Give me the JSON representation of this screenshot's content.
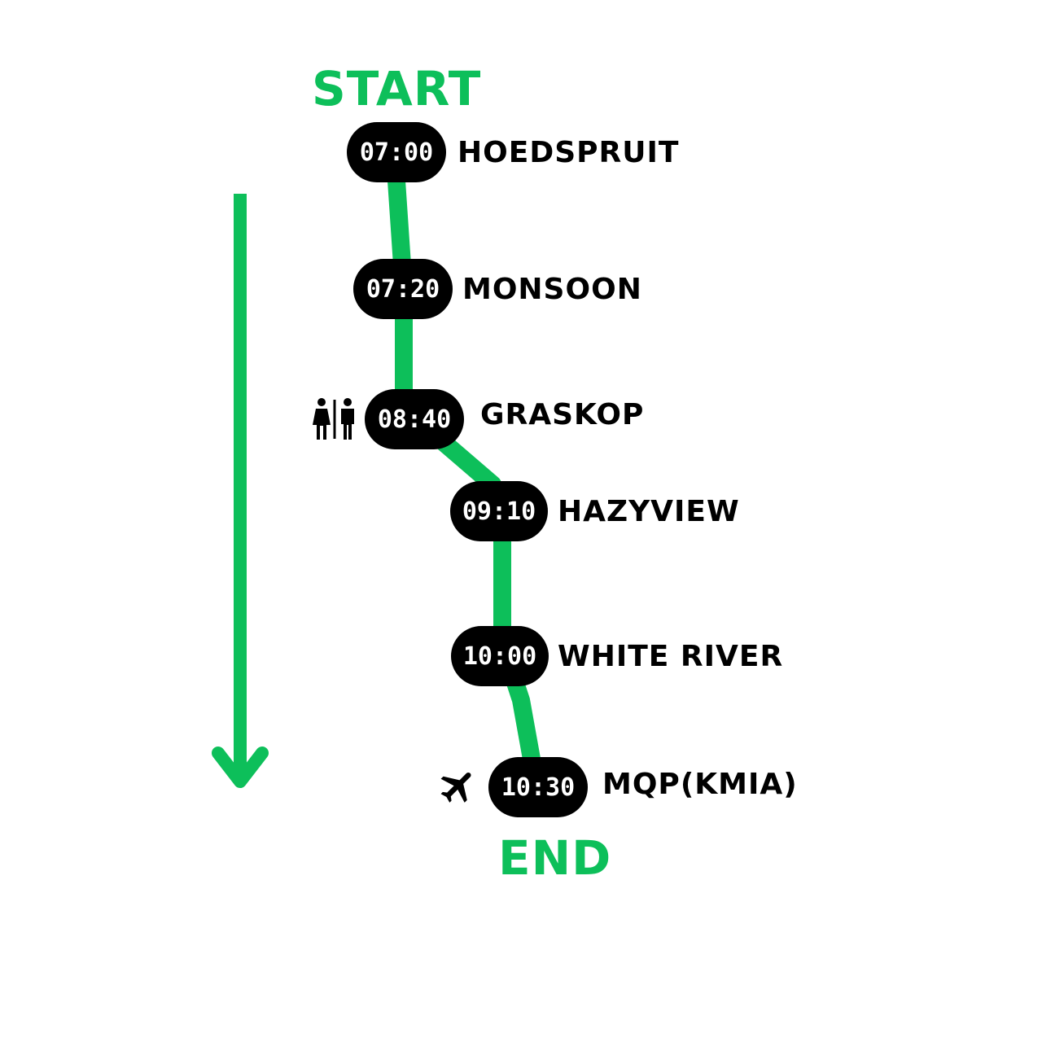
{
  "colors": {
    "accent": "#0dbf5a",
    "pill": "#000000",
    "text": "#000000"
  },
  "labels": {
    "start": "START",
    "end": "END"
  },
  "stops": [
    {
      "time": "07:00",
      "name": "HOEDSPRUIT",
      "icon": ""
    },
    {
      "time": "07:20",
      "name": "MONSOON",
      "icon": ""
    },
    {
      "time": "08:40",
      "name": "GRASKOP",
      "icon": "restroom-icon"
    },
    {
      "time": "09:10",
      "name": "HAZYVIEW",
      "icon": ""
    },
    {
      "time": "10:00",
      "name": "WHITE RIVER",
      "icon": ""
    },
    {
      "time": "10:30",
      "name": "MQP(KMIA)",
      "icon": "airplane-icon"
    }
  ]
}
